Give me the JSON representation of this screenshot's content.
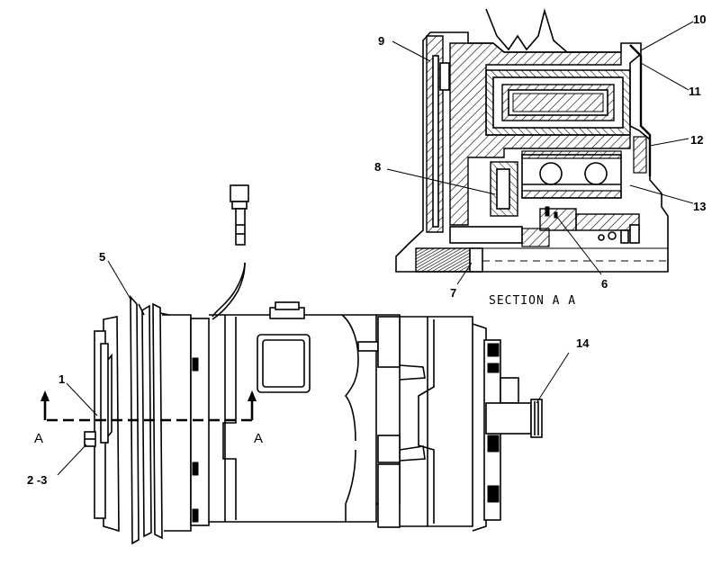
{
  "section_title": "SECTION  A  A",
  "section_markers": {
    "left": "A",
    "right": "A"
  },
  "callouts": {
    "c1": "1",
    "c2_3": "2 -3",
    "c5": "5",
    "c6": "6",
    "c7": "7",
    "c8": "8",
    "c9": "9",
    "c10": "10",
    "c11": "11",
    "c12": "12",
    "c13": "13",
    "c14": "14"
  },
  "colors": {
    "line": "#000000",
    "background": "#ffffff"
  }
}
